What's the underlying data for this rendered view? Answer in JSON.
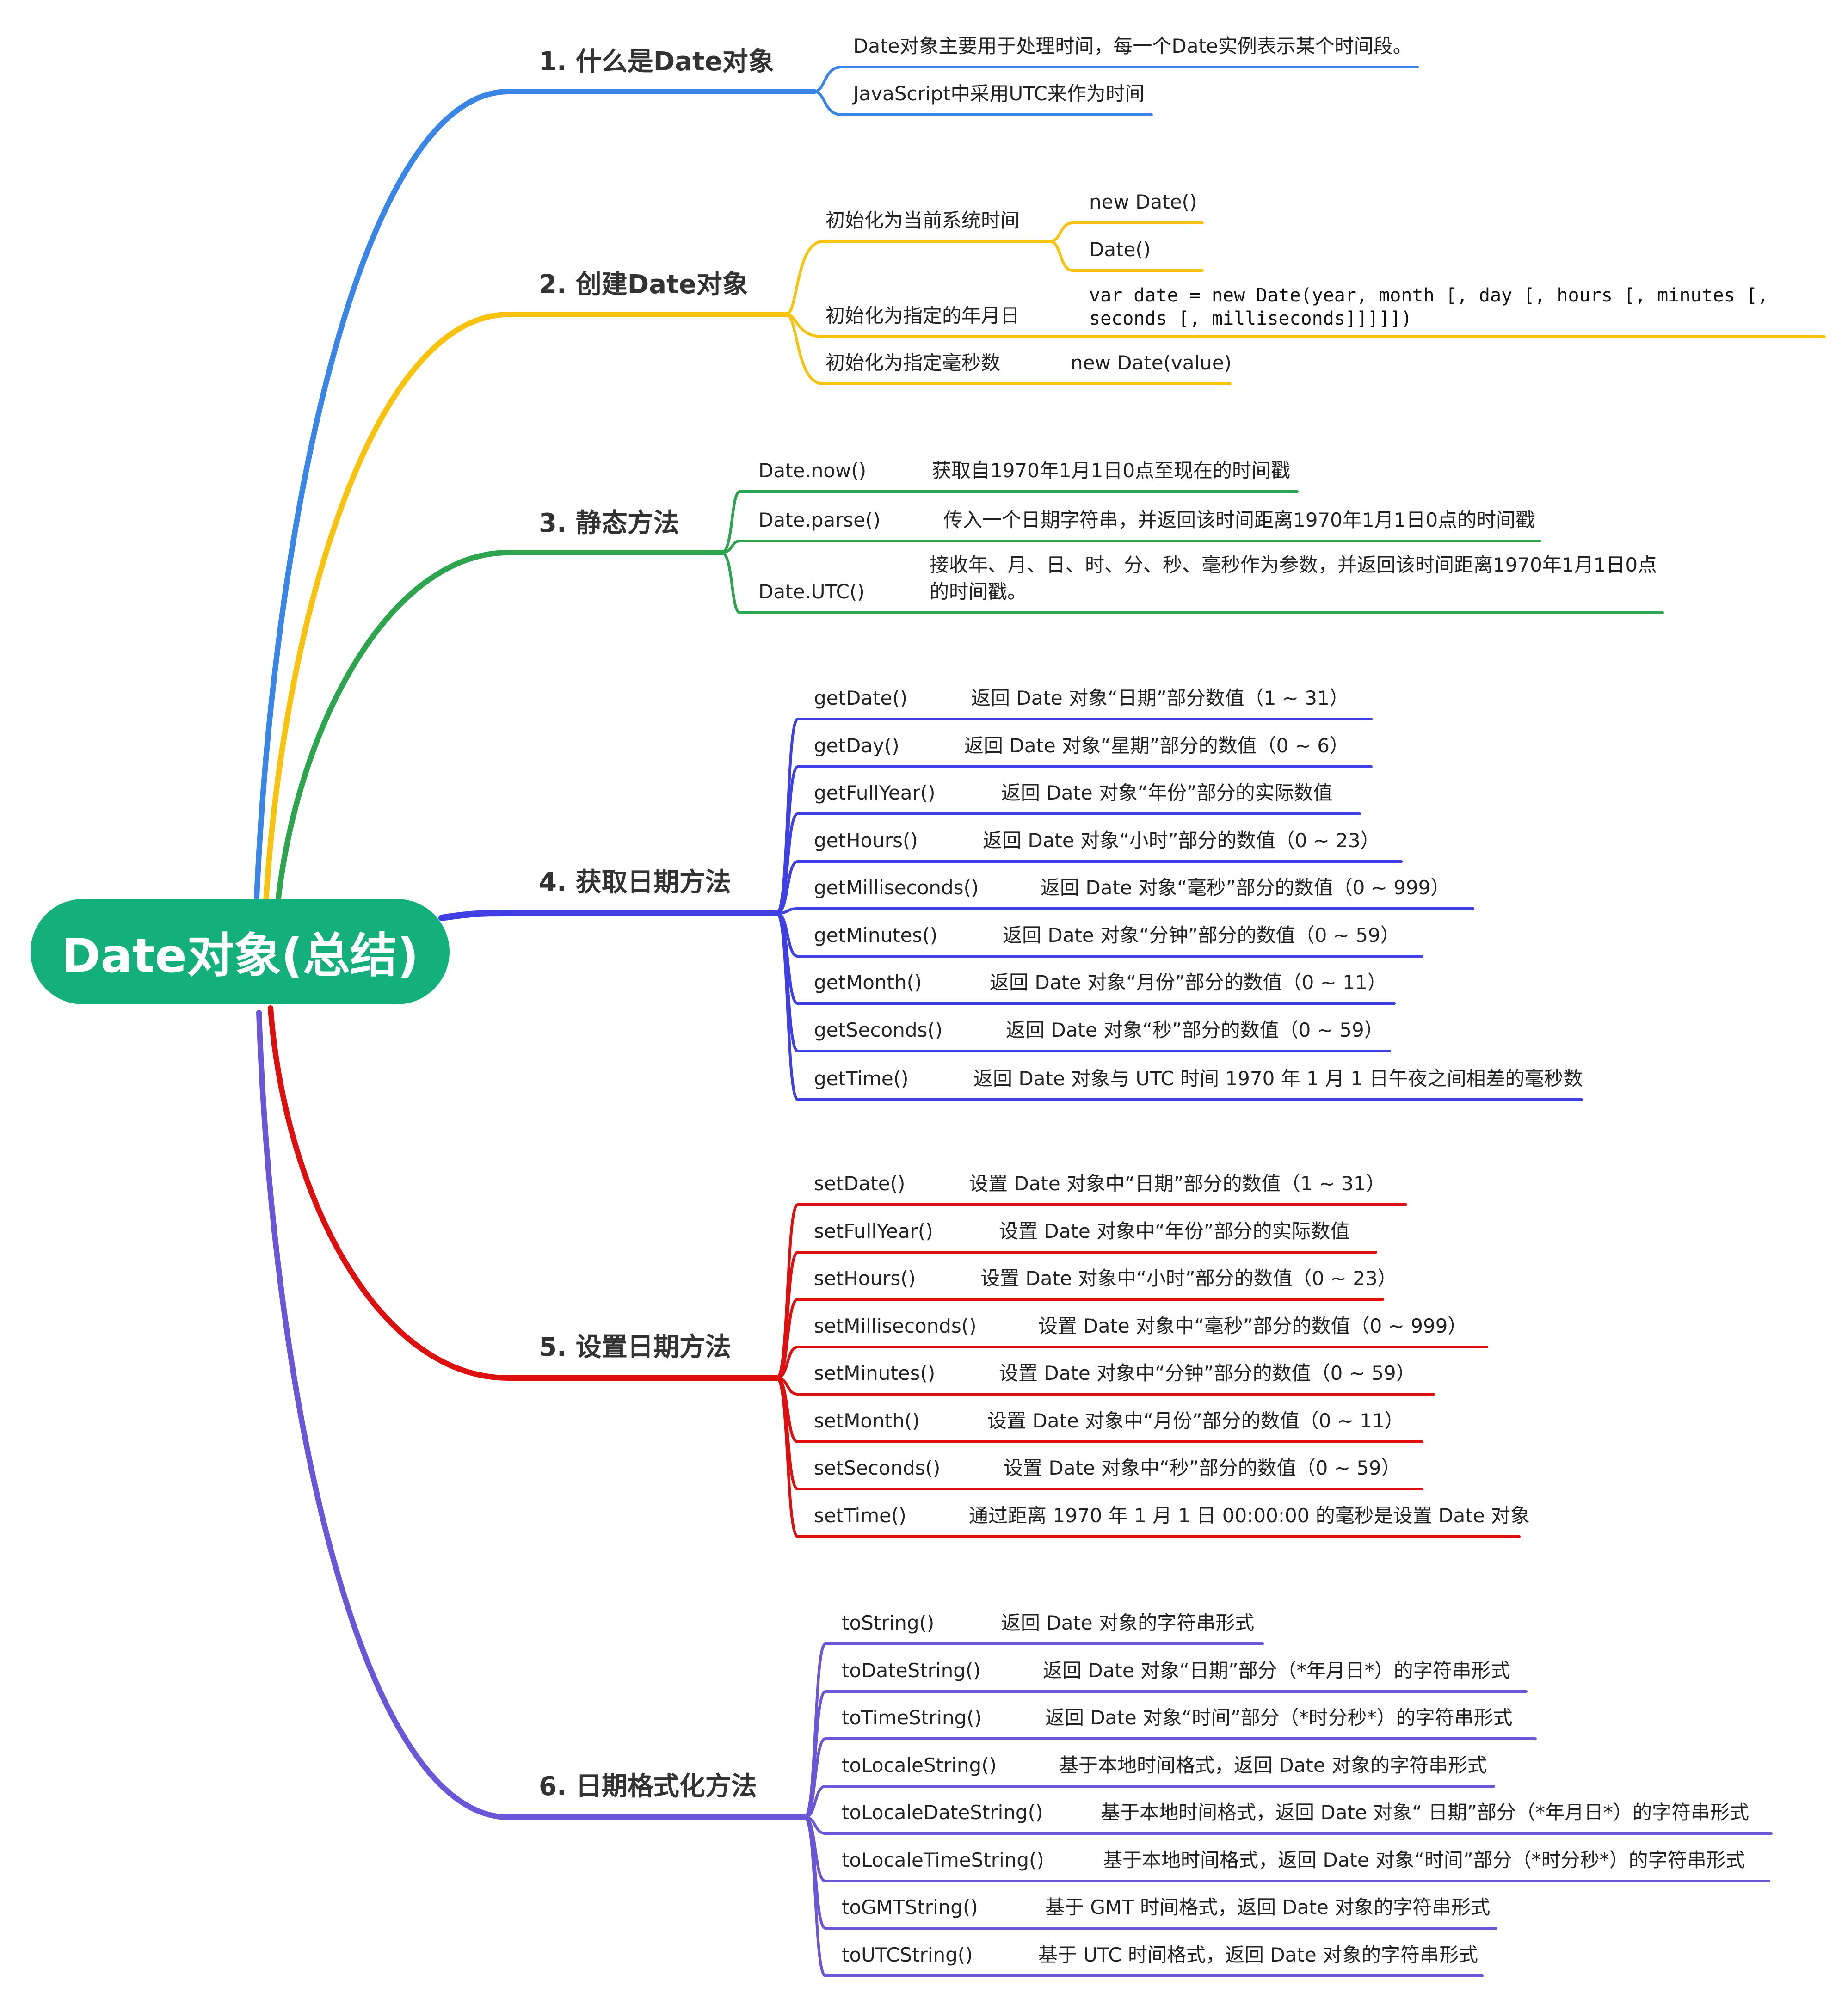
{
  "root": {
    "label": "Date对象(总结)",
    "color": "#13b07c"
  },
  "topics": [
    {
      "label": "1. 什么是Date对象",
      "color": "#3a86e8",
      "leaves": [
        {
          "text": "Date对象主要用于处理时间，每一个Date实例表示某个时间段。"
        },
        {
          "text": "JavaScript中采用UTC来作为时间"
        }
      ]
    },
    {
      "label": "2. 创建Date对象",
      "color": "#f9c20d",
      "subs": [
        {
          "label": "初始化为当前系统时间",
          "leaves": [
            "new Date()",
            "Date()"
          ]
        },
        {
          "label": "初始化为指定的年月日",
          "code": [
            "var date = new Date(year, month [, day [, hours [, minutes [,",
            "seconds [, milliseconds]]]]])"
          ]
        },
        {
          "label": "初始化为指定毫秒数",
          "leaves": [
            "new Date(value)"
          ]
        }
      ]
    },
    {
      "label": "3. 静态方法",
      "color": "#2da44e",
      "leaves": [
        {
          "method": "Date.now()",
          "desc": "获取自1970年1月1日0点至现在的时间戳"
        },
        {
          "method": "Date.parse()",
          "desc": "传入一个日期字符串，并返回该时间距离1970年1月1日0点的时间戳"
        },
        {
          "method": "Date.UTC()",
          "desc": "接收年、月、日、时、分、秒、毫秒作为参数，并返回该时间距离1970年1月1日0点",
          "desc2": "的时间戳。"
        }
      ]
    },
    {
      "label": "4. 获取日期方法",
      "color": "#3f3fe6",
      "leaves": [
        {
          "method": "getDate()",
          "desc": "返回 Date 对象“日期”部分数值（1 ~ 31）"
        },
        {
          "method": "getDay()",
          "desc": "返回 Date 对象“星期”部分的数值（0 ~ 6）"
        },
        {
          "method": "getFullYear()",
          "desc": "返回 Date 对象“年份”部分的实际数值"
        },
        {
          "method": "getHours()",
          "desc": "返回 Date 对象“小时”部分的数值（0 ~ 23）"
        },
        {
          "method": "getMilliseconds()",
          "desc": "返回 Date 对象“毫秒”部分的数值（0 ~ 999）"
        },
        {
          "method": "getMinutes()",
          "desc": "返回 Date 对象“分钟”部分的数值（0 ~ 59）"
        },
        {
          "method": "getMonth()",
          "desc": "返回 Date 对象“月份”部分的数值（0 ~ 11）"
        },
        {
          "method": "getSeconds()",
          "desc": "返回 Date 对象“秒”部分的数值（0 ~ 59）"
        },
        {
          "method": "getTime()",
          "desc": "返回 Date 对象与 UTC 时间 1970 年 1 月 1 日午夜之间相差的毫秒数"
        }
      ]
    },
    {
      "label": "5. 设置日期方法",
      "color": "#e00f0f",
      "leaves": [
        {
          "method": "setDate()",
          "desc": "设置 Date 对象中“日期”部分的数值（1 ~ 31）"
        },
        {
          "method": "setFullYear()",
          "desc": "设置 Date 对象中“年份”部分的实际数值"
        },
        {
          "method": "setHours()",
          "desc": "设置 Date 对象中“小时”部分的数值（0 ~ 23）"
        },
        {
          "method": "setMilliseconds()",
          "desc": "设置 Date 对象中“毫秒”部分的数值（0 ~ 999）"
        },
        {
          "method": "setMinutes()",
          "desc": "设置 Date 对象中“分钟”部分的数值（0 ~ 59）"
        },
        {
          "method": "setMonth()",
          "desc": "设置 Date 对象中“月份”部分的数值（0 ~ 11）"
        },
        {
          "method": "setSeconds()",
          "desc": "设置 Date 对象中“秒”部分的数值（0 ~ 59）"
        },
        {
          "method": "setTime()",
          "desc": "通过距离 1970 年 1 月 1 日 00:00:00 的毫秒是设置 Date 对象"
        }
      ]
    },
    {
      "label": "6. 日期格式化方法",
      "color": "#6b55d9",
      "leaves": [
        {
          "method": "toString()",
          "desc": "返回 Date 对象的字符串形式"
        },
        {
          "method": "toDateString()",
          "desc": "返回 Date 对象“日期”部分（*年月日*）的字符串形式"
        },
        {
          "method": "toTimeString()",
          "desc": "返回 Date 对象“时间”部分（*时分秒*）的字符串形式"
        },
        {
          "method": "toLocaleString()",
          "desc": "基于本地时间格式，返回 Date 对象的字符串形式"
        },
        {
          "method": "toLocaleDateString()",
          "desc": "基于本地时间格式，返回 Date 对象“ 日期”部分（*年月日*）的字符串形式"
        },
        {
          "method": "toLocaleTimeString()",
          "desc": "基于本地时间格式，返回 Date 对象“时间”部分（*时分秒*）的字符串形式"
        },
        {
          "method": "toGMTString()",
          "desc": "基于 GMT 时间格式，返回 Date 对象的字符串形式"
        },
        {
          "method": "toUTCString()",
          "desc": "基于 UTC 时间格式，返回 Date 对象的字符串形式"
        }
      ]
    }
  ]
}
